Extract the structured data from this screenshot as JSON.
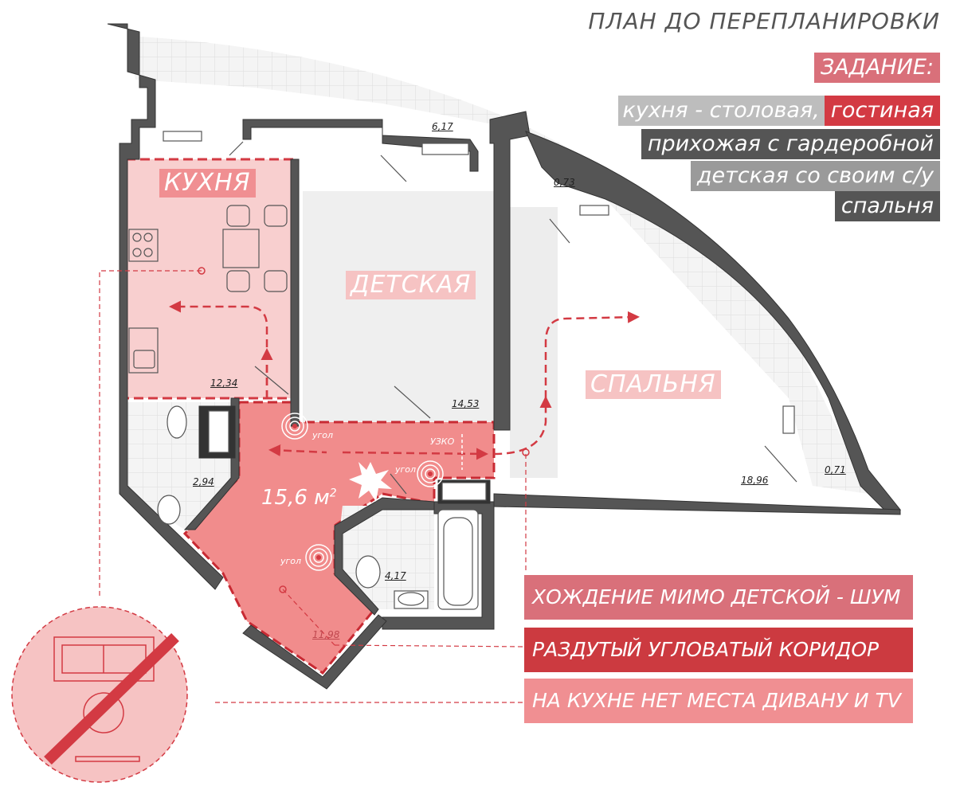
{
  "header": {
    "title": "ПЛАН ДО ПЕРЕПЛАНИРОВКИ"
  },
  "task": {
    "label": "ЗАДАНИЕ:",
    "items": [
      {
        "text_a": "кухня - столовая,",
        "text_b": "гостиная"
      },
      {
        "text": "прихожая с гардеробной"
      },
      {
        "text": "детская со своим с/у"
      },
      {
        "text": "спальня"
      }
    ]
  },
  "rooms": {
    "kitchen": {
      "label": "КУХНЯ",
      "area": "12,34"
    },
    "kids": {
      "label": "ДЕТСКАЯ",
      "area": "14,53"
    },
    "bedroom": {
      "label": "СПАЛЬНЯ",
      "area": "18,96"
    },
    "bath1": {
      "area": "2,94"
    },
    "bath2": {
      "area": "4,17"
    },
    "hall": {
      "area": "11,98",
      "highlight": "15,6 м",
      "sup": "2"
    },
    "balcony1": {
      "area": "6,17"
    },
    "balcony2": {
      "area": "0,73"
    },
    "balcony3": {
      "area": "0,71"
    }
  },
  "annotations": {
    "corner": "угол",
    "narrow": "УЗКО"
  },
  "notes": [
    {
      "text": "ХОЖДЕНИЕ МИМО ДЕТСКОЙ - ШУМ",
      "color": "#d9707a"
    },
    {
      "text": "РАЗДУТЫЙ УГЛОВАТЫЙ КОРИДОР",
      "color": "#cc3a40"
    },
    {
      "text": "НА КУХНЕ НЕТ МЕСТА ДИВАНУ И TV",
      "color": "#f08f92"
    }
  ],
  "colors": {
    "wall": "#555555",
    "accent": "#d33a43",
    "pink": "#f6c3c3",
    "hall": "#f08080",
    "tag_gray": "#bdbdbd",
    "tag_dark": "#555555",
    "tag_mid": "#9a9a9a"
  }
}
